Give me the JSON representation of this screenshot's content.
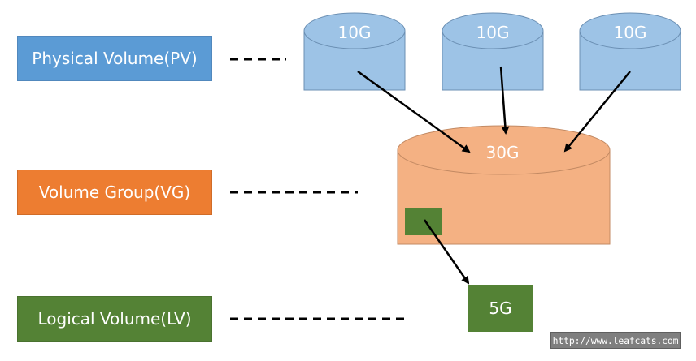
{
  "labels": {
    "physical_volume": "Physical Volume(PV)",
    "volume_group": "Volume Group(VG)",
    "logical_volume": "Logical Volume(LV)"
  },
  "physical_volumes": [
    {
      "size": "10G"
    },
    {
      "size": "10G"
    },
    {
      "size": "10G"
    }
  ],
  "volume_group": {
    "size": "30G"
  },
  "logical_volume": {
    "size": "5G"
  },
  "watermark": "http://www.leafcats.com",
  "colors": {
    "pv_fill": "#9dc3e6",
    "pv_label": "#5b9bd5",
    "vg_fill": "#f4b183",
    "vg_label": "#ed7d31",
    "lv_fill": "#548235",
    "arrow": "#000000"
  }
}
